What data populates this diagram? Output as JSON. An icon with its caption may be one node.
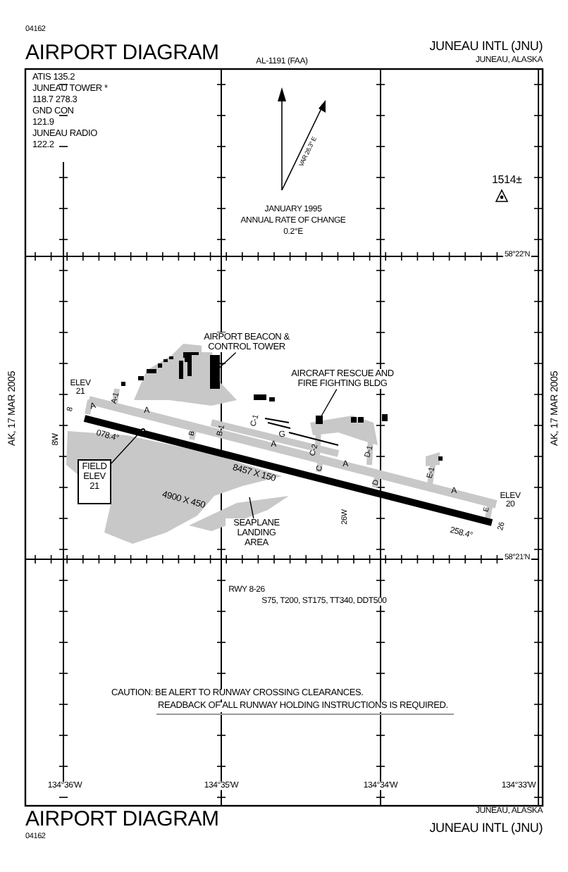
{
  "diagram": {
    "nodes": [
      {
        "text": [
          "AIRPORT BEACON & CONTROL TOWER"
        ]
      },
      {
        "text": [],
        "shape": "box"
      },
      {
        "text": [
          "AIRCRAFT RESCUE AND FIRE FIGHTING BLDG"
        ]
      },
      {
        "text": [],
        "shape": "box"
      },
      {
        "text": [
          "FIELD ELEV 21"
        ]
      },
      {
        "text": [],
        "shape": "circle"
      },
      {
        "text": [
          "SEAPLANE LANDING AREA"
        ]
      }
    ],
    "edges": [
      {
        "from": 0,
        "to": 1,
        "arrow": "none"
      },
      {
        "from": 2,
        "to": 3,
        "arrow": "none"
      },
      {
        "from": 4,
        "to": 5,
        "arrow": "none"
      },
      {
        "from": 6,
        "to": null,
        "arrow": "none"
      }
    ],
    "labels": [
      "04162",
      "AIRPORT DIAGRAM",
      "AL-1191 (FAA)",
      "JUNEAU INTL (JNU)",
      "JUNEAU, ALASKA",
      "ATIS 135.2",
      "JUNEAU TOWER *",
      "118.7 278.3",
      "GND CON",
      "121.9",
      "JUNEAU RADIO",
      "122.2",
      "VAR 26.3° E",
      "JANUARY 1995",
      "ANNUAL RATE OF CHANGE",
      "0.2°E",
      "1514±",
      "58°22'N",
      "AK, 17 MAR 2005",
      "ELEV 21",
      "8",
      "A",
      "A-1",
      "A",
      "8W",
      "078.4°",
      "B",
      "B-1",
      "C-1",
      "G",
      "A",
      "C-2",
      "C",
      "8457 X 150",
      "A",
      "D-1",
      "D",
      "E-1",
      "4900 X 450",
      "26W",
      "A",
      "ELEV 20",
      "E",
      "258.4°",
      "26",
      "AK, 17 MAR 2005",
      "58°21'N",
      "RWY 8-26",
      "S75, T200, ST175, TT340, DDT500",
      "CAUTION: BE ALERT TO RUNWAY CROSSING CLEARANCES.",
      "READBACK OF ALL RUNWAY HOLDING INSTRUCTIONS IS REQUIRED.",
      "134°36'W",
      "134°35'W",
      "134°34'W",
      "134°33'W",
      "AIRPORT DIAGRAM",
      "04162",
      "JUNEAU, ALASKA",
      "JUNEAU INTL (JNU)"
    ]
  }
}
